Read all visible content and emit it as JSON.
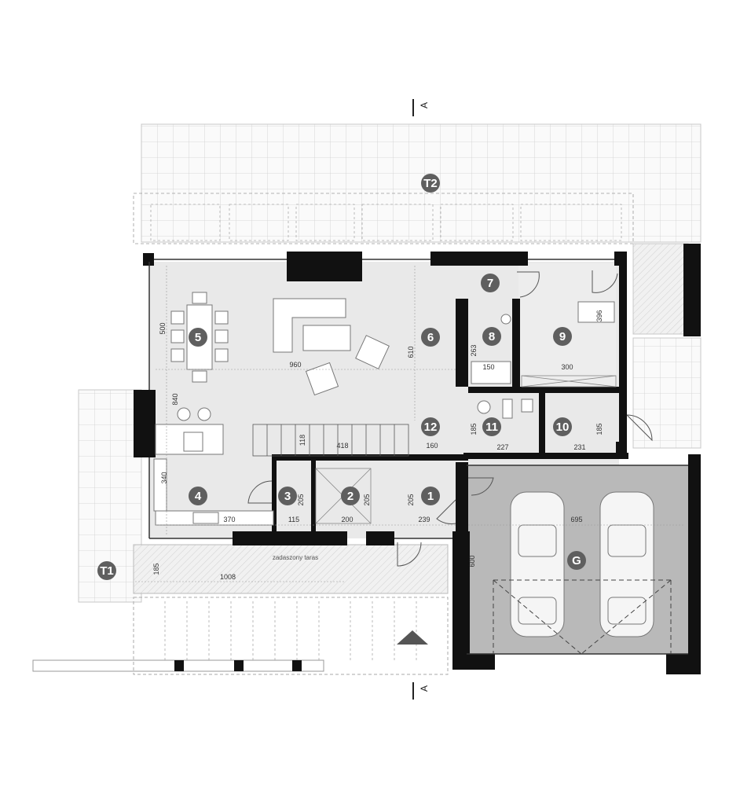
{
  "section_marks": {
    "top": "A",
    "bottom": "A"
  },
  "terrace_labels": {
    "t2": "T2",
    "t1": "T1"
  },
  "room_badges": [
    "5",
    "6",
    "7",
    "8",
    "9",
    "12",
    "11",
    "10",
    "4",
    "3",
    "2",
    "1",
    "G"
  ],
  "dimensions": [
    "500",
    "960",
    "610",
    "840",
    "263",
    "150",
    "300",
    "396",
    "185",
    "118",
    "418",
    "160",
    "227",
    "231",
    "185",
    "340",
    "205",
    "205",
    "205",
    "370",
    "115",
    "200",
    "239",
    "695",
    "600",
    "185",
    "1008"
  ],
  "covered_terrace_label": "zadaszony taras",
  "colors": {
    "wall": "#111111",
    "interior": "#e9e9e9",
    "garage": "#b9b9b9",
    "badge": "#5f5f5f",
    "grid": "#cfcfcf"
  }
}
